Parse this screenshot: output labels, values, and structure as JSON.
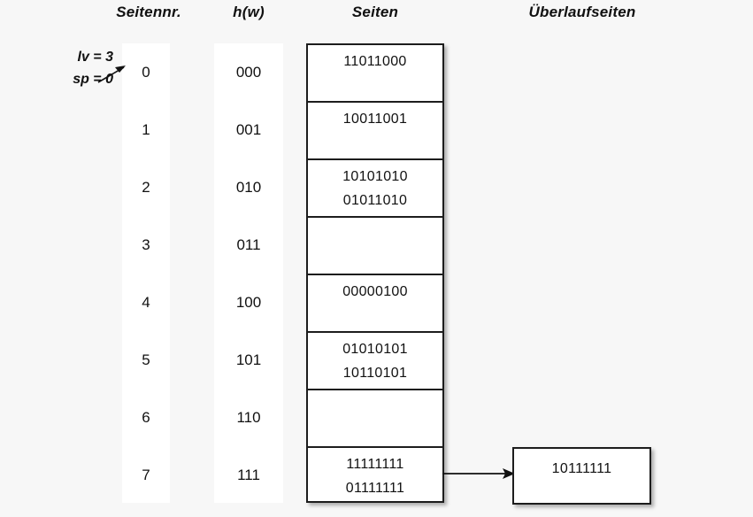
{
  "headers": {
    "seitennr": "Seitennr.",
    "hw": "h(w)",
    "seiten": "Seiten",
    "ueberlaufseiten": "Überlaufseiten"
  },
  "annotation": {
    "line1": "lv = 3",
    "line2": "sp = 0",
    "arrow_icon": "arrow-up-right-icon",
    "points_to": "0"
  },
  "rows": [
    {
      "seitennr": "0",
      "hw": "000",
      "entries": [
        "11011000"
      ]
    },
    {
      "seitennr": "1",
      "hw": "001",
      "entries": [
        "10011001"
      ]
    },
    {
      "seitennr": "2",
      "hw": "010",
      "entries": [
        "10101010",
        "01011010"
      ]
    },
    {
      "seitennr": "3",
      "hw": "011",
      "entries": []
    },
    {
      "seitennr": "4",
      "hw": "100",
      "entries": [
        "00000100"
      ]
    },
    {
      "seitennr": "5",
      "hw": "101",
      "entries": [
        "01010101",
        "10110101"
      ]
    },
    {
      "seitennr": "6",
      "hw": "110",
      "entries": []
    },
    {
      "seitennr": "7",
      "hw": "111",
      "entries": [
        "11111111",
        "01111111"
      ]
    }
  ],
  "overflow": {
    "from_row": "7",
    "arrow_icon": "arrow-right-icon",
    "entries": [
      "10111111"
    ]
  },
  "colors": {
    "background": "#f7f7f7",
    "surface": "#ffffff",
    "ink": "#111111",
    "border": "#1d1d1d"
  }
}
